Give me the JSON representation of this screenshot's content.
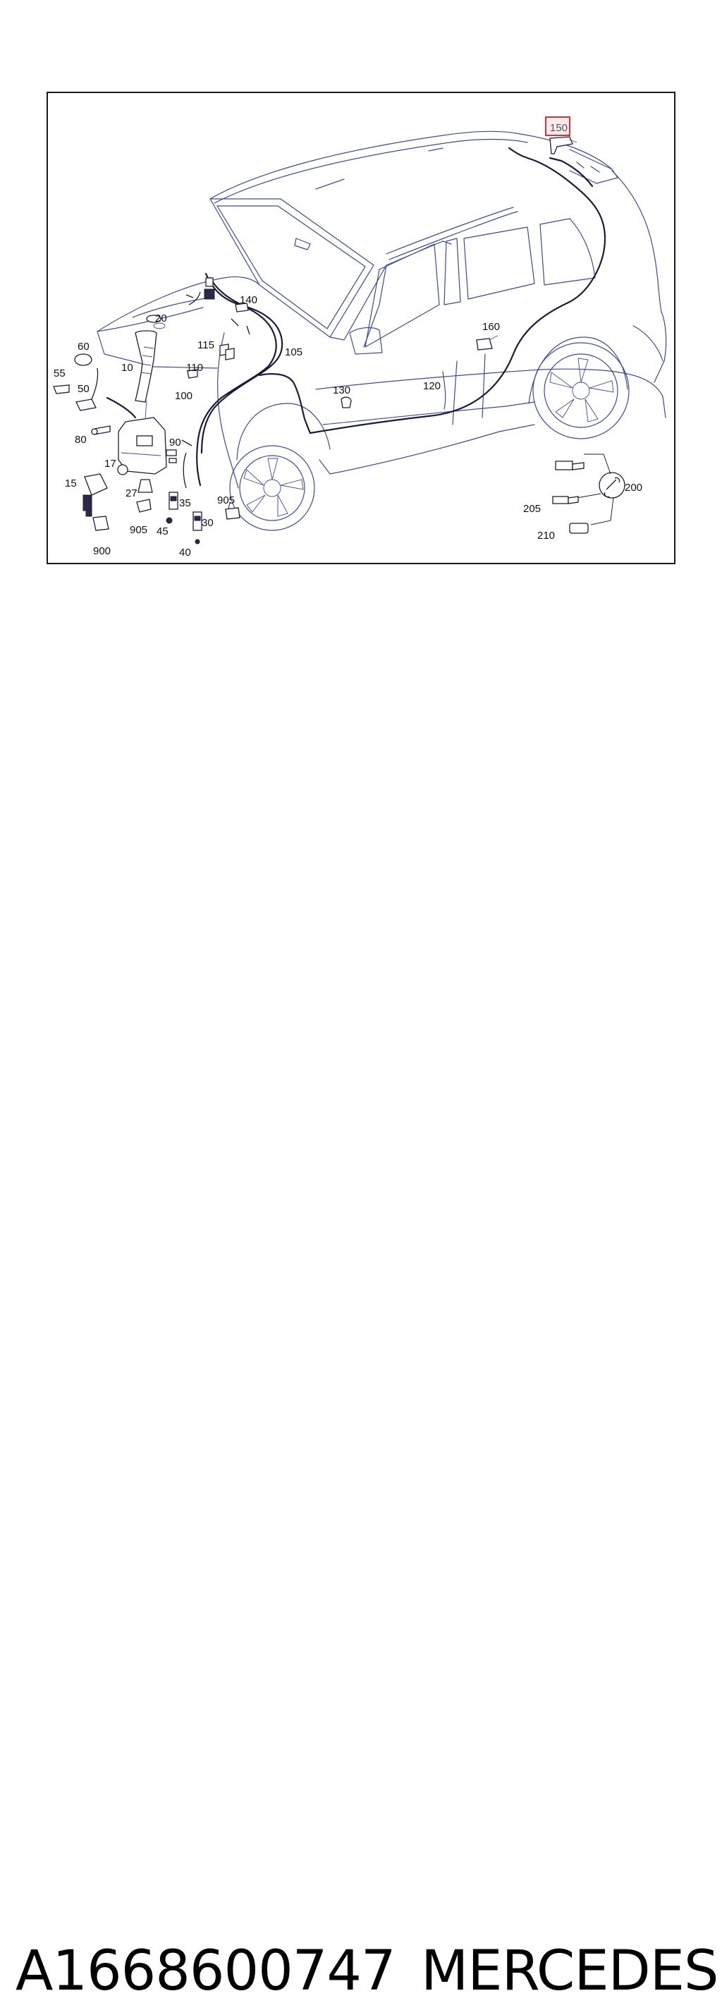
{
  "callouts": {
    "c10": "10",
    "c15": "15",
    "c17": "17",
    "c20": "20",
    "c27": "27",
    "c30": "30",
    "c35": "35",
    "c40": "40",
    "c45": "45",
    "c50": "50",
    "c55": "55",
    "c60": "60",
    "c80": "80",
    "c90": "90",
    "c100": "100",
    "c105": "105",
    "c110": "110",
    "c115": "115",
    "c120": "120",
    "c130": "130",
    "c140": "140",
    "c150": "150",
    "c160": "160",
    "c200": "200",
    "c205": "205",
    "c210": "210",
    "c900": "900",
    "c905a": "905",
    "c905b": "905"
  },
  "highlight": {
    "callout": "150",
    "color": "#d9333a"
  },
  "colors": {
    "line": "#3c4a9a",
    "harness": "#1c1c3a"
  },
  "caption": {
    "part_number": "A1668600747",
    "brand": "MERCEDES"
  }
}
